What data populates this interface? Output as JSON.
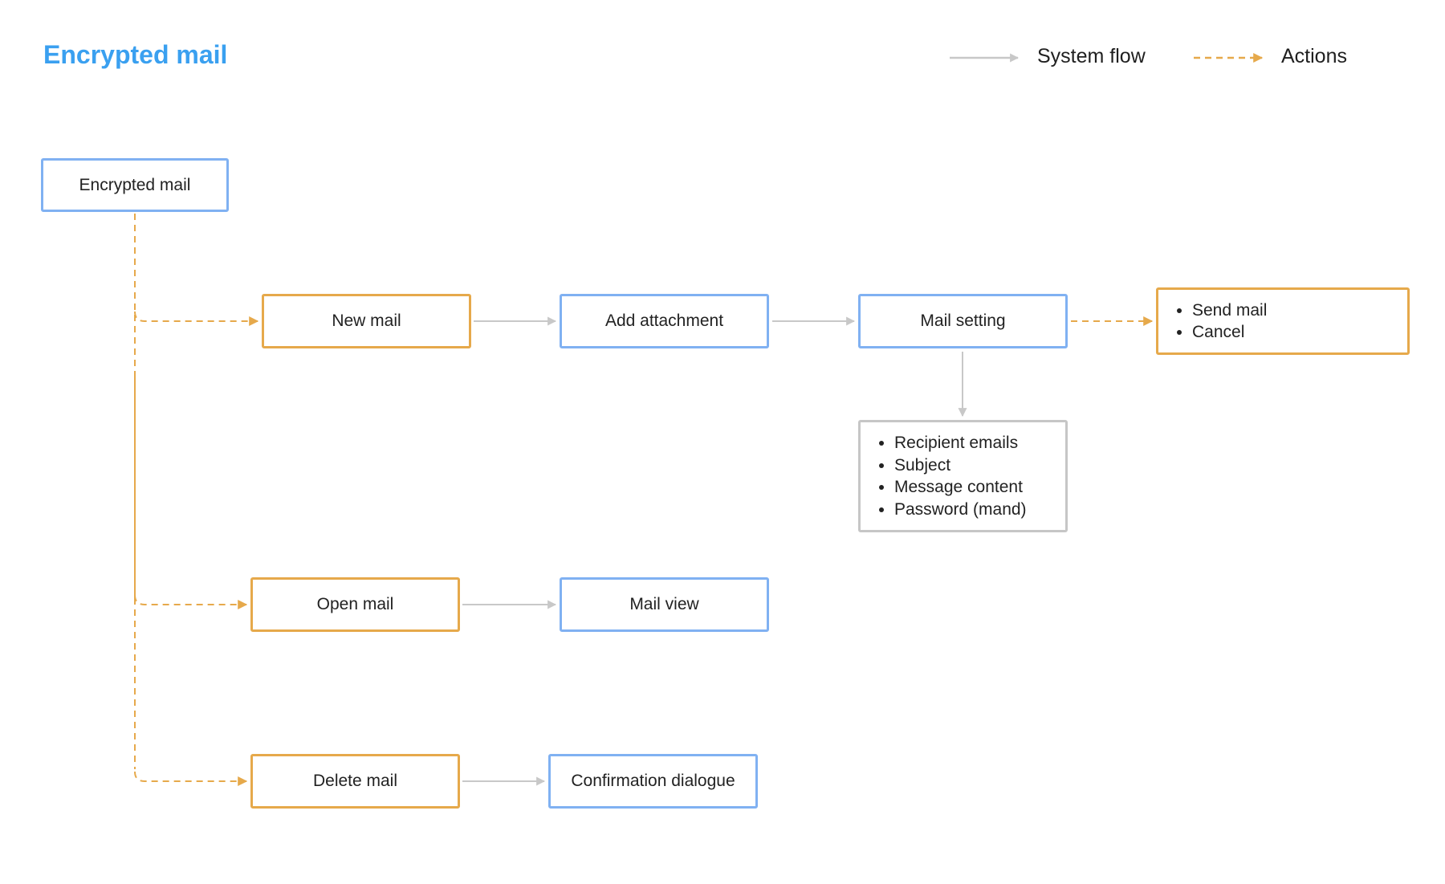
{
  "colors": {
    "title": "#3aa0f0",
    "system_border": "#80b1f2",
    "action_border": "#e6a94b",
    "info_border": "#c6c6c6",
    "system_arrow": "#c8c8c8",
    "action_arrow": "#e6a94b"
  },
  "header": {
    "title": "Encrypted mail"
  },
  "legend": {
    "system_flow_label": "System flow",
    "actions_label": "Actions"
  },
  "nodes": {
    "root": "Encrypted mail",
    "new_mail": "New mail",
    "add_attachment": "Add attachment",
    "mail_setting": "Mail setting",
    "send_options": [
      "Send mail",
      "Cancel"
    ],
    "mail_setting_fields": [
      "Recipient emails",
      "Subject",
      "Message content",
      "Password (mand)"
    ],
    "open_mail": "Open mail",
    "mail_view": "Mail view",
    "delete_mail": "Delete mail",
    "confirmation_dialogue": "Confirmation dialogue"
  }
}
